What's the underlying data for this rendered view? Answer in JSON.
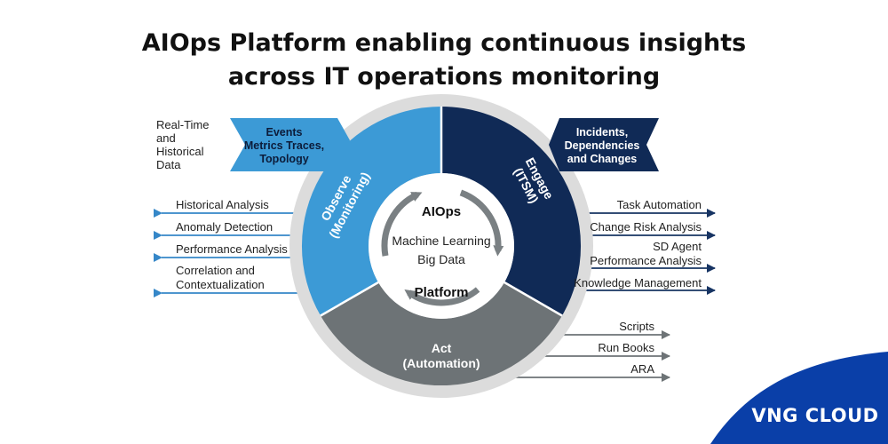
{
  "title": {
    "line1": "AIOps Platform enabling continuous insights",
    "line2": "across IT operations monitoring"
  },
  "colors": {
    "observe": "#3c9ad6",
    "engage": "#102a56",
    "act": "#6d7376",
    "ring": "#dcdcdc",
    "arrow_left": "#3587c8",
    "arrow_right": "#173463",
    "arrow_act": "#6d7376",
    "logo_bg": "#0a3fa8"
  },
  "inputs": {
    "real_time": [
      "Real-Time",
      "and",
      "Historical",
      "Data"
    ],
    "events_banner": [
      "Events",
      "Metrics Traces,",
      "Topology"
    ],
    "incidents_banner": [
      "Incidents,",
      "Dependencies",
      "and Changes"
    ]
  },
  "segments": {
    "observe": [
      "Observe",
      "(Monitoring)"
    ],
    "engage": [
      "Engage",
      "(ITSM)"
    ],
    "act": [
      "Act",
      "(Automation)"
    ]
  },
  "core": {
    "top": "AIOps",
    "middle": [
      "Machine Learning",
      "Big Data"
    ],
    "bottom": "Platform"
  },
  "left_outputs": [
    [
      "Historical Analysis"
    ],
    [
      "Anomaly Detection"
    ],
    [
      "Performance Analysis"
    ],
    [
      "Correlation and",
      "Contextualization"
    ]
  ],
  "right_outputs": [
    [
      "Task Automation"
    ],
    [
      "Change Risk Analysis"
    ],
    [
      "SD Agent",
      "Performance Analysis"
    ],
    [
      "Knowledge Management"
    ]
  ],
  "act_outputs": [
    "Scripts",
    "Run Books",
    "ARA"
  ],
  "logo": "VNG CLOUD"
}
